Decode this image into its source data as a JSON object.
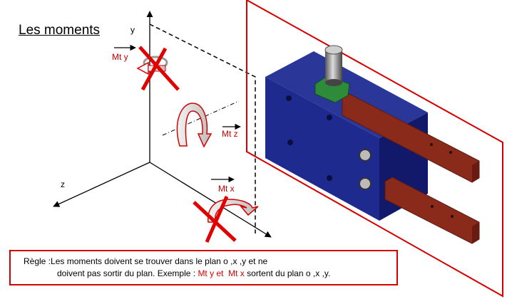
{
  "title": "Les moments",
  "axes": {
    "y": "y",
    "z": "z"
  },
  "moments": {
    "mt_y": "Mt y",
    "mt_z": "Mt z",
    "mt_x": "Mt x"
  },
  "rule": {
    "prefix": "Règle :",
    "line1": "Les moments doivent se trouver dans le plan  o ,x ,y et ne",
    "line2_start": "doivent pas sortir du plan. Exemple : ",
    "example1": "Mt y et",
    "example2": "Mt x",
    "line2_end": "sortent du plan o ,x ,y."
  },
  "colors": {
    "red": "#d40000",
    "body_blue": "#1e2a8e",
    "fingers": "#8a2a1a",
    "plane_fill": "#b88a8a"
  }
}
